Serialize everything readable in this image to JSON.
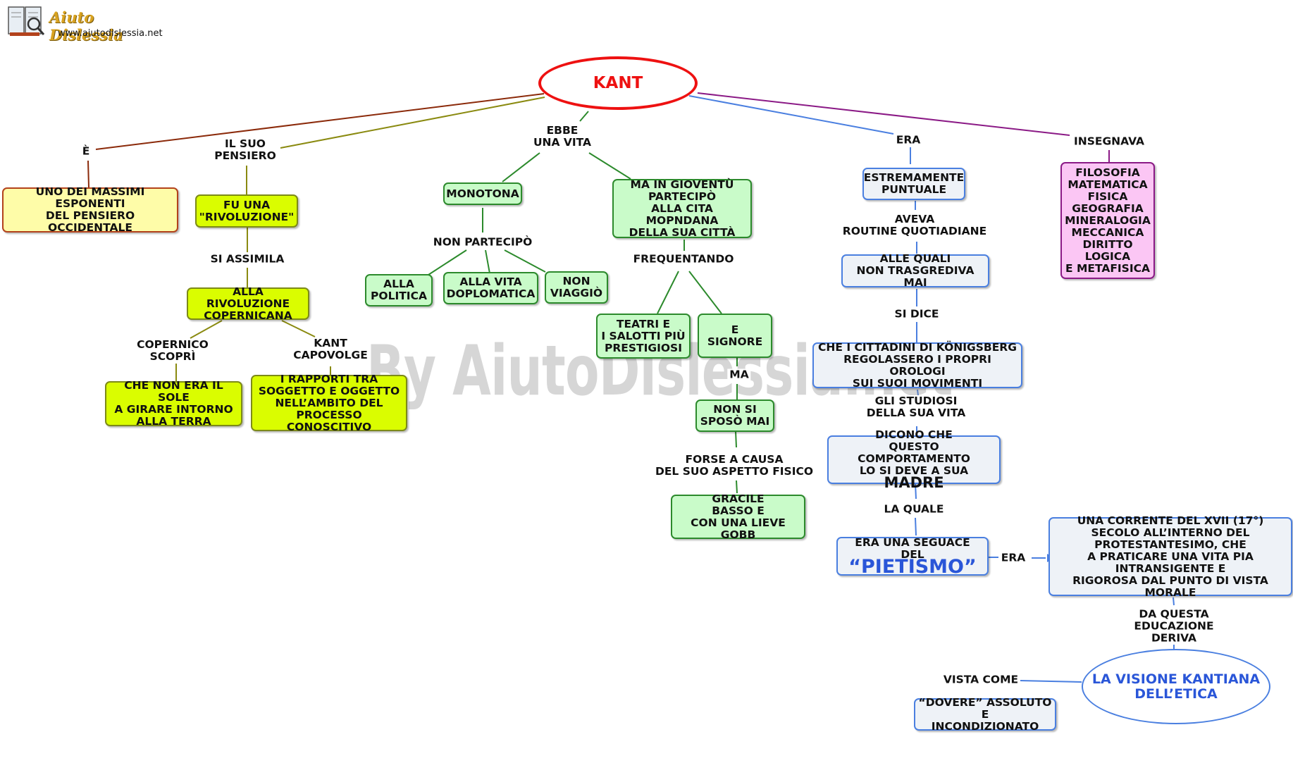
{
  "logo": {
    "title": "Aiuto Dislessia",
    "url": "www.aiutodislessia.net"
  },
  "watermark": "By AiutoDislessia.net",
  "colors": {
    "root": "#ee1111",
    "accent_blue": "#2a56d8"
  },
  "root": {
    "text": "KANT"
  },
  "branches": {
    "e": {
      "label": "È",
      "node": "UNO DEI MASSIMI\nESPONENTI\nDEL PENSIERO OCCIDENTALE"
    },
    "pensiero": {
      "label": "IL SUO\nPENSIERO",
      "node": "FU UNA\n\"RIVOLUZIONE\"",
      "assimila_label": "SI ASSIMILA",
      "copernicana": "ALLA RIVOLUZIONE\nCOPERNICANA",
      "copernico_label": "COPERNICO\nSCOPRÌ",
      "copernico_node": "CHE NON ERA IL SOLE\nA GIRARE INTORNO\nALLA TERRA",
      "kant_label": "KANT\nCAPOVOLGE",
      "kant_node": "I RAPPORTI TRA\nSOGGETTO E OGGETTO\nNELL’AMBITO DEL\nPROCESSO CONOSCITIVO"
    },
    "vita": {
      "label": "EBBE\nUNA VITA",
      "monotona": "MONOTONA",
      "non_partecipo": "NON PARTECIPÒ",
      "politica": "ALLA\nPOLITICA",
      "diplomatica": "ALLA VITA\nDOPLOMATICA",
      "viaggio": "NON\nVIAGGIÒ",
      "gioventu": "MA IN GIOVENTÙ\nPARTECIPÒ\nALLA CITA MOPNDANA\nDELLA SUA CITTÀ",
      "frequentando": "FREQUENTANDO",
      "teatri": "TEATRI E\nI SALOTTI PIÙ\nPRESTIGIOSI",
      "signore": "E SIGNORE",
      "ma": "MA",
      "non_sposo": "NON SI\nSPOSÒ MAI",
      "causa": "FORSE A CAUSA\nDEL SUO ASPETTO FISICO",
      "gracile": "GRACILE\nBASSO E\nCON UNA LIEVE GOBB"
    },
    "era": {
      "label": "ERA",
      "puntuale": "ESTREMAMENTE\nPUNTUALE",
      "aveva": "AVEVA\nROUTINE QUOTIADIANE",
      "alle_quali": "ALLE QUALI\nNON TRASGREDIVA MAI",
      "si_dice": "SI DICE",
      "cittadini": "CHE I CITTADINI DI KÖNIGSBERG\nREGOLASSERO I PROPRI OROLOGI\nSUI SUOI MOVIMENTI",
      "studiosi": "GLI STUDIOSI\nDELLA SUA VITA",
      "dicono_a": "DICONO CHE\nQUESTO COMPORTAMENTO\nLO SI DEVE A SUA ",
      "dicono_b": "MADRE",
      "la_quale": "LA QUALE",
      "seguace_a": "ERA UNA SEGUACE\nDEL ",
      "seguace_b": "“PIETISMO”",
      "era2": "ERA",
      "corrente": "UNA CORRENTE DEL XVII (17°)\nSECOLO ALL’INTERNO DEL\nPROTESTANTESIMO, CHE\nA PRATICARE UNA VITA PIA\nINTRANSIGENTE E\nRIGOROSA DAL PUNTO DI VISTA MORALE",
      "educazione": "DA QUESTA\nEDUCAZIONE\nDERIVA",
      "visione": "LA VISIONE KANTIANA\nDELL’ETICA",
      "vista_come": "VISTA COME",
      "dovere": "“DOVERE” ASSOLUTO E\nINCONDIZIONATO"
    },
    "insegnava": {
      "label": "INSEGNAVA",
      "materie": "FILOSOFIA\nMATEMATICA\nFISICA\nGEOGRAFIA\nMINERALOGIA\nMECCANICA\nDIRITTO\nLOGICA\nE METAFISICA"
    }
  }
}
